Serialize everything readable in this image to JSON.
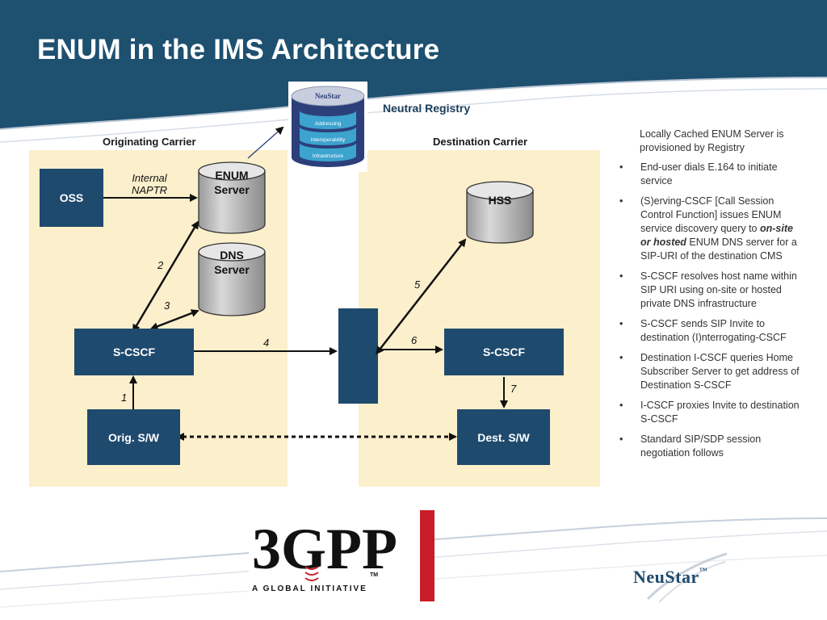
{
  "slide": {
    "title": "ENUM in the IMS Architecture",
    "neutral_registry_label": "Neutral Registry",
    "registry_badge": {
      "brand": "NeuStar",
      "layers": [
        "Addressing",
        "Interoperability",
        "Infrastructure"
      ]
    }
  },
  "diagram": {
    "originating_label": "Originating Carrier",
    "destination_label": "Destination Carrier",
    "nodes": {
      "oss": "OSS",
      "enum_server_line1": "ENUM",
      "enum_server_line2": "Server",
      "dns_server_line1": "DNS",
      "dns_server_line2": "Server",
      "scscf_orig": "S-CSCF",
      "orig_sw": "Orig. S/W",
      "hss": "HSS",
      "scscf_dest": "S-CSCF",
      "dest_sw": "Dest. S/W"
    },
    "internal_naptr_line1": "Internal",
    "internal_naptr_line2": "NAPTR",
    "step_numbers": [
      "1",
      "2",
      "3",
      "4",
      "5",
      "6",
      "7"
    ]
  },
  "bullets": {
    "intro": "Locally Cached ENUM Server is provisioned by Registry",
    "items": [
      "End-user dials E.164 to initiate service",
      "S-CSCF resolves host name within SIP URI using on-site or hosted private DNS infrastructure",
      "S-CSCF sends SIP Invite to destination (I)nterrogating-CSCF",
      "Destination I-CSCF queries Home Subscriber Server to get address of Destination S-CSCF",
      "I-CSCF proxies Invite to destination S-CSCF",
      "Standard SIP/SDP session negotiation follows"
    ],
    "serving": {
      "part1": "(S)erving-CSCF [Call Session Control Function] issues ENUM service discovery query to ",
      "emphasis": "on-site or hosted",
      "part2": " ENUM DNS server for a SIP-URI of the destination CMS"
    },
    "bullet_char": "•"
  },
  "logos": {
    "gpp_mark": "3GPP",
    "gpp_tm": "TM",
    "gpp_tagline": "A GLOBAL INITIATIVE",
    "neustar": "NeuStar",
    "neustar_tm": "™"
  },
  "colors": {
    "header_blue": "#1e5070",
    "box_blue": "#1e4a6e",
    "panel_fill": "#fcefcc",
    "registry_red": "#c81e2a"
  }
}
